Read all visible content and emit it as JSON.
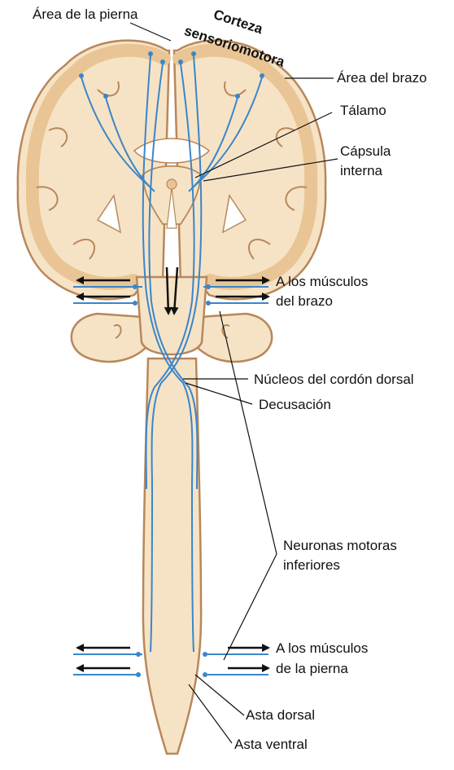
{
  "labels": {
    "leg_area": "Área de la pierna",
    "cortex_1": "Corteza",
    "cortex_2": "sensoriomotora",
    "arm_area": "Área del brazo",
    "thalamus": "Tálamo",
    "capsule_1": "Cápsula",
    "capsule_2": "interna",
    "dorsal_nuclei": "Núcleos del cordón dorsal",
    "decussation": "Decusación",
    "arm_muscles_1": "A los músculos",
    "arm_muscles_2": "del brazo",
    "lower_motor_1": "Neuronas motoras",
    "lower_motor_2": "inferiores",
    "leg_muscles_1": "A los músculos",
    "leg_muscles_2": "de la pierna",
    "dorsal_horn": "Asta dorsal",
    "ventral_horn": "Asta ventral"
  },
  "colors": {
    "tissue": "#f6e3c6",
    "cortex_gray": "#e9c595",
    "outline": "#b8875a",
    "pathway": "#3a86c8",
    "arrow": "#111111"
  }
}
